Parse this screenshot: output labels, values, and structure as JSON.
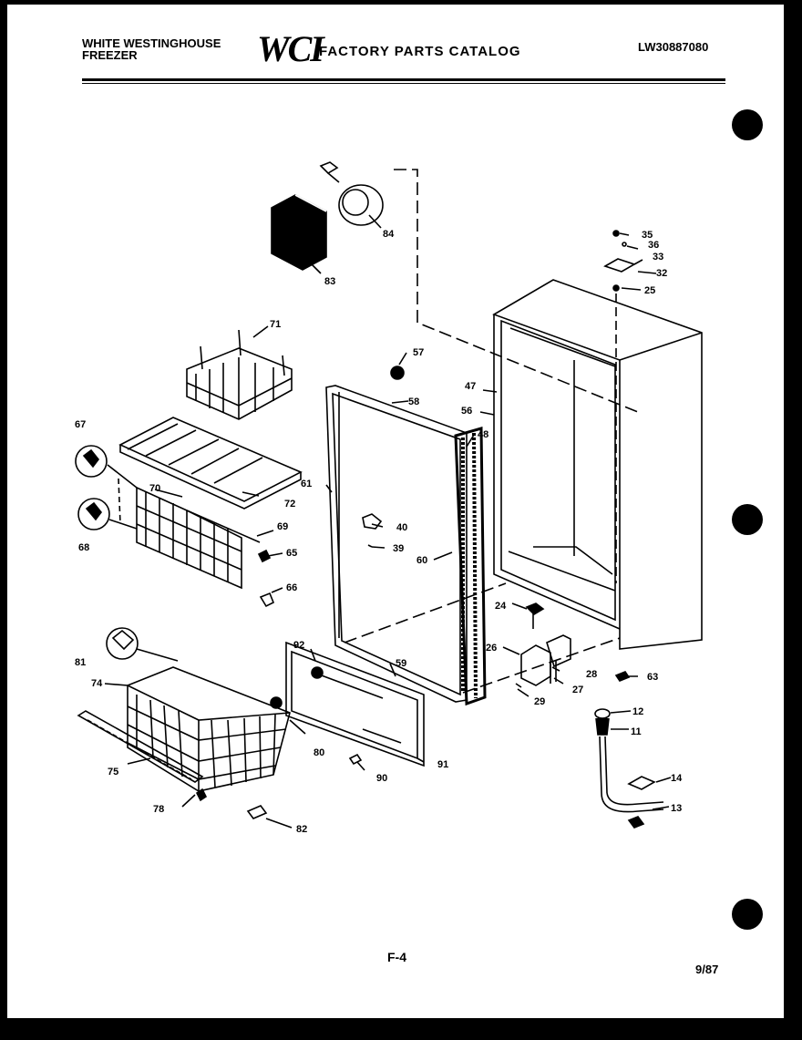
{
  "header": {
    "brand_line1": "WHITE WESTINGHOUSE",
    "brand_line2": "FREEZER",
    "logo": "WCI",
    "catalog_title": "FACTORY PARTS CATALOG",
    "model_number": "LW30887080"
  },
  "footer": {
    "page_ref": "F-4",
    "date": "9/87"
  },
  "callouts": [
    "84",
    "83",
    "71",
    "67",
    "70",
    "72",
    "69",
    "65",
    "68",
    "66",
    "57",
    "58",
    "47",
    "56",
    "48",
    "61",
    "40",
    "39",
    "60",
    "35",
    "36",
    "33",
    "32",
    "25",
    "24",
    "26",
    "28",
    "27",
    "29",
    "63",
    "92",
    "59",
    "81",
    "74",
    "80",
    "91",
    "90",
    "75",
    "78",
    "82",
    "12",
    "11",
    "14",
    "13"
  ]
}
